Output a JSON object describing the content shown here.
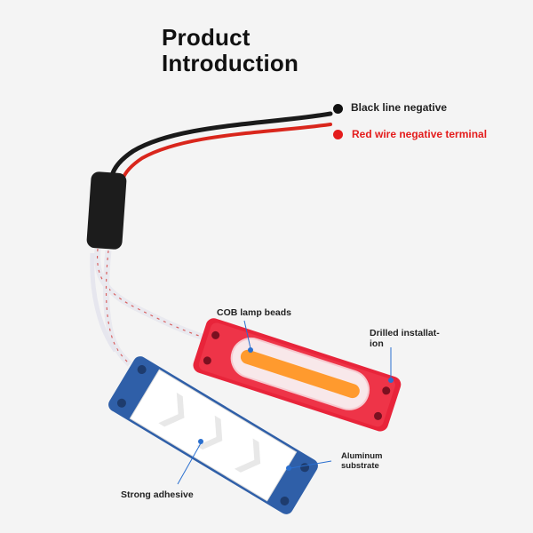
{
  "title": {
    "line1": "Product",
    "line2": "Introduction"
  },
  "labels": {
    "black_line": "Black line negative",
    "red_wire": "Red wire negative terminal",
    "cob_beads": "COB lamp beads",
    "drilled_line1": "Drilled installat-",
    "drilled_line2": "ion",
    "aluminum_line1": "Aluminum",
    "aluminum_line2": "substrate",
    "adhesive": "Strong adhesive"
  },
  "colors": {
    "background": "#f4f4f4",
    "accent_red": "#e41c1c",
    "module_red": "#e8243a",
    "led_orange": "#ff9a2e",
    "backing_blue": "#2f5fa8",
    "pointer_blue": "#2a6fcf",
    "black_dot": "#111111"
  }
}
